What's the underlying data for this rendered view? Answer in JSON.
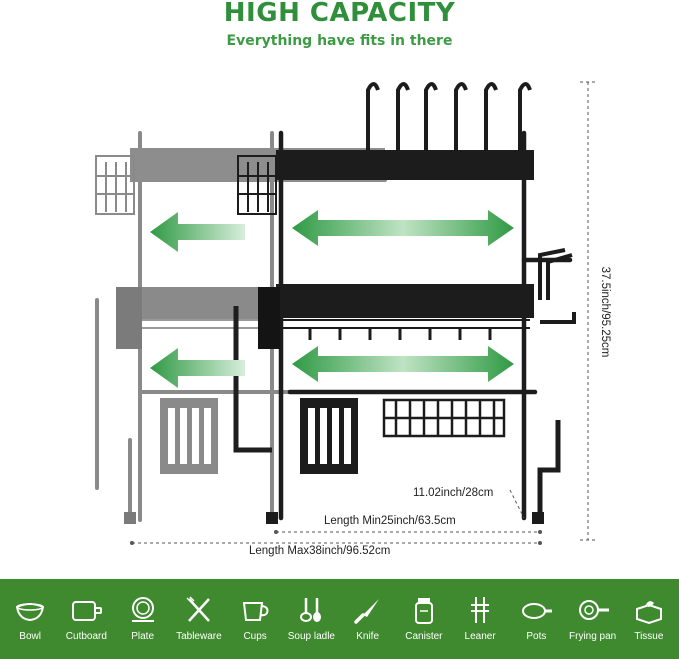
{
  "header": {
    "title": "HIGH CAPACITY",
    "subtitle": "Everything have fits in there"
  },
  "dimensions": {
    "height": "37.5inch/95.25cm",
    "depth": "11.02inch/28cm",
    "length_min": "Length Min25inch/63.5cm",
    "length_max": "Length Max38inch/96.52cm"
  },
  "colors": {
    "title_green": "#2f8f3a",
    "footer_green": "#3f8a2e",
    "arrow_green": "#3aa34a",
    "rack_black": "#1c1c1c",
    "rack_gray": "#8a8a8a"
  },
  "categories": [
    {
      "label": "Bowl",
      "icon": "bowl-icon"
    },
    {
      "label": "Cutboard",
      "icon": "cutting-board-icon"
    },
    {
      "label": "Plate",
      "icon": "plate-stack-icon"
    },
    {
      "label": "Tableware",
      "icon": "fork-knife-icon"
    },
    {
      "label": "Cups",
      "icon": "cup-icon"
    },
    {
      "label": "Soup ladle",
      "icon": "ladle-icon"
    },
    {
      "label": "Knife",
      "icon": "knife-icon"
    },
    {
      "label": "Canister",
      "icon": "canister-icon"
    },
    {
      "label": "Leaner",
      "icon": "leaner-icon"
    },
    {
      "label": "Pots",
      "icon": "pot-icon"
    },
    {
      "label": "Frying pan",
      "icon": "frying-pan-icon"
    },
    {
      "label": "Tissue",
      "icon": "tissue-box-icon"
    }
  ]
}
